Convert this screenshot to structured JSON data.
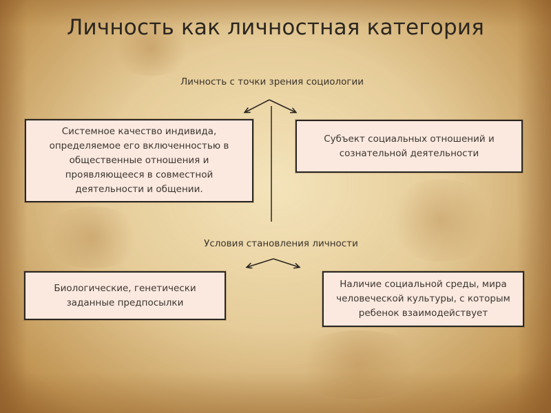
{
  "slide": {
    "title": "Личность как личностная категория",
    "sections": [
      {
        "label": "Личность с точки зрения социологии",
        "boxes": [
          {
            "text": "Системное качество индивида,\nопределяемое его включенностью в\nобщественные отношения  и\nпроявляющееся в совместной\nдеятельности и общении."
          },
          {
            "text": "Субъект социальных отношений  и\nсознательной деятельности"
          }
        ]
      },
      {
        "label": "Условия становления  личности",
        "boxes": [
          {
            "text": "Биологические,  генетически\nзаданные предпосылки"
          },
          {
            "text": "Наличие социальной среды, мира\nчеловеческой культуры, с которым\nребенок взаимодействует"
          }
        ]
      }
    ]
  },
  "colors": {
    "box_fill": "#fbe9df",
    "box_border": "#2a2520",
    "text": "#3b3630",
    "background": "#e8d09e"
  }
}
